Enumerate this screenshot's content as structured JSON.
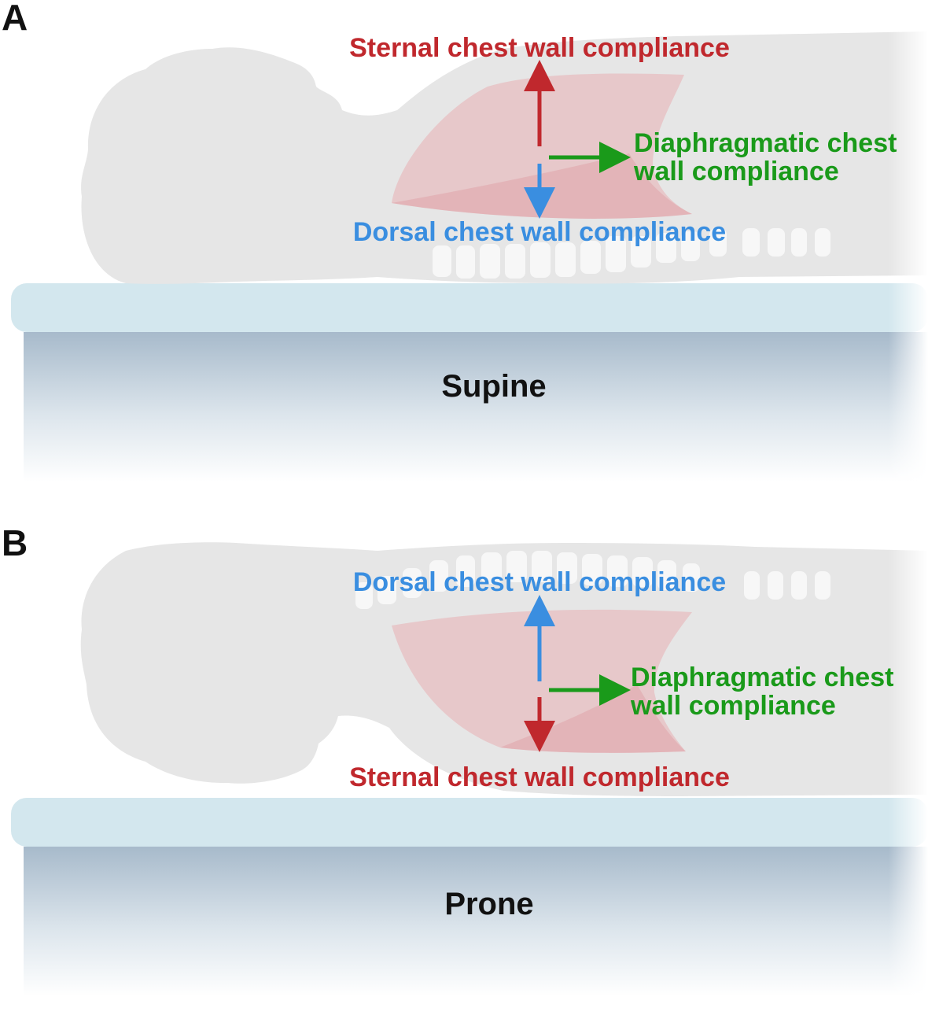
{
  "panels": [
    {
      "letter": "A",
      "position": "Supine",
      "top_label": "Sternal chest wall compliance",
      "bottom_label": "Dorsal chest wall compliance",
      "side_label_line1": "Diaphragmatic chest",
      "side_label_line2": "wall compliance"
    },
    {
      "letter": "B",
      "position": "Prone",
      "top_label": "Dorsal chest wall compliance",
      "bottom_label": "Sternal chest wall compliance",
      "side_label_line1": "Diaphragmatic chest",
      "side_label_line2": "wall compliance"
    }
  ],
  "colors": {
    "sternal": "#c0282d",
    "dorsal": "#3a8ee0",
    "diaphragmatic": "#1a9a1a",
    "body": "#e6e6e6",
    "lung": "#e8b4b8",
    "mattress": "#d3e7ee",
    "bed_dark": "#a9bccb"
  }
}
